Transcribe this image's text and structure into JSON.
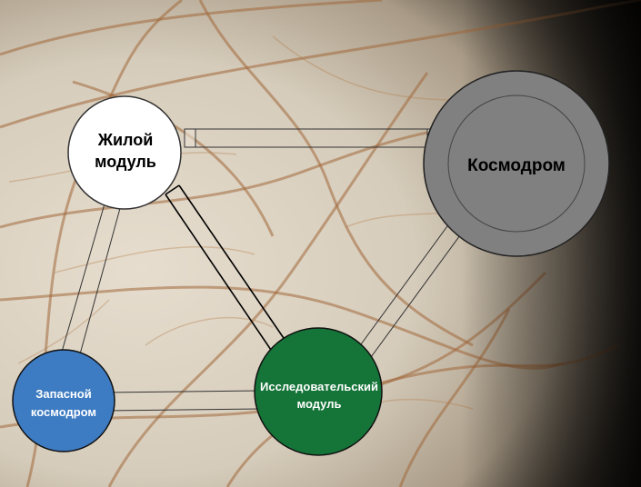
{
  "diagram": {
    "nodes": {
      "living": {
        "line1": "Жилой",
        "line2": "модуль",
        "fill": "#ffffff",
        "text_color": "#000000"
      },
      "cosmodrome": {
        "line1": "Космодром",
        "fill": "#808080",
        "text_color": "#000000"
      },
      "reserve": {
        "line1": "Запасной",
        "line2": "космодром",
        "fill": "#3d7bc2",
        "text_color": "#ffffff"
      },
      "research": {
        "line1": "Исследовательский",
        "line2": "модуль",
        "fill": "#157438",
        "text_color": "#ffffff"
      }
    },
    "connections": [
      {
        "from": "living",
        "to": "cosmodrome"
      },
      {
        "from": "living",
        "to": "research"
      },
      {
        "from": "living",
        "to": "reserve"
      },
      {
        "from": "cosmodrome",
        "to": "research"
      },
      {
        "from": "reserve",
        "to": "research"
      }
    ],
    "background": {
      "ice_color": "#d9cfbf",
      "crack_color": "#a0683a",
      "shadow_color": "#1a1712"
    }
  }
}
